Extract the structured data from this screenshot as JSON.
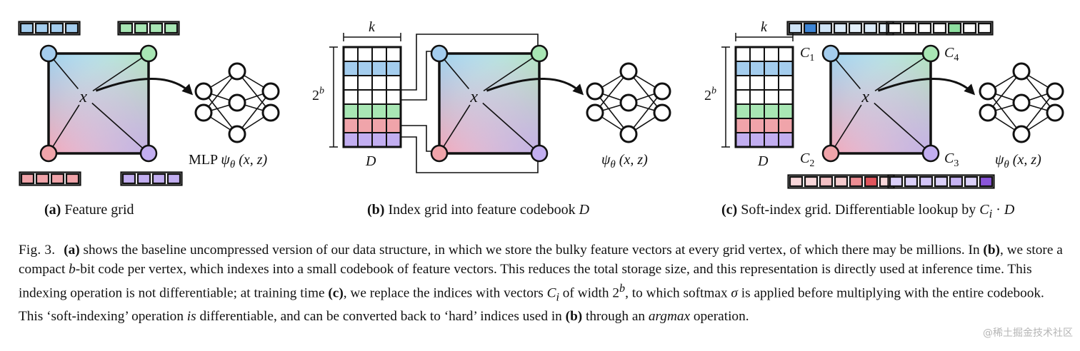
{
  "panels": {
    "a": {
      "tag": "(a)",
      "caption": "Feature grid",
      "center_label": "x",
      "mlp_prefix": "MLP",
      "mlp_symbol": "ψ",
      "mlp_sub": "θ",
      "mlp_args": "(x, z)"
    },
    "b": {
      "tag": "(b)",
      "caption": "Index grid into feature codebook",
      "caption_var": "D",
      "center_label": "x",
      "codebook_width_label": "k",
      "codebook_height_base": "2",
      "codebook_height_exp": "b",
      "codebook_label": "D",
      "mlp_symbol": "ψ",
      "mlp_sub": "θ",
      "mlp_args": "(x, z)"
    },
    "c": {
      "tag": "(c)",
      "caption": "Soft-index grid. Differentiable lookup by",
      "caption_var": "C",
      "caption_sub": "i",
      "caption_op": "·",
      "caption_var2": "D",
      "center_label": "x",
      "codebook_width_label": "k",
      "codebook_height_base": "2",
      "codebook_height_exp": "b",
      "codebook_label": "D",
      "corners": [
        {
          "name": "C",
          "sub": "1"
        },
        {
          "name": "C",
          "sub": "4"
        },
        {
          "name": "C",
          "sub": "2"
        },
        {
          "name": "C",
          "sub": "3"
        }
      ],
      "mlp_symbol": "ψ",
      "mlp_sub": "θ",
      "mlp_args": "(x, z)"
    }
  },
  "colors": {
    "blue": "#a4cdee",
    "green": "#a8e6b4",
    "red": "#f0a4aa",
    "purple": "#c2aef0",
    "soft_blue_strong": "#3f86d6",
    "soft_red_strong": "#e0555d",
    "soft_purple_strong": "#8a55d8"
  },
  "caption": {
    "figure_label": "Fig. 3.",
    "s1_tag": "(a)",
    "s1": " shows the baseline uncompressed version of our data structure, in which we store the bulky feature vectors at every grid vertex, of which there may be millions. In ",
    "s2_tag": "(b)",
    "s2a": ", we store a compact ",
    "s2_var": "b",
    "s2b": "-bit code per vertex, which indexes into a small codebook of feature vectors. This reduces the total storage size, and this representation is directly used at inference time. This indexing operation is not differentiable; at training time ",
    "s3_tag": "(c)",
    "s3a": ", we replace the indices with vectors ",
    "s3_var": "C",
    "s3_sub": "i",
    "s3b": " of width 2",
    "s3_exp": "b",
    "s3c": ", to which softmax ",
    "s3_sigma": "σ",
    "s3d": " is applied before multiplying with the entire codebook. This ‘soft-indexing’ operation ",
    "s3_is": "is",
    "s3e": " differentiable, and can be converted back to ‘hard’ indices used in ",
    "s4_tag": "(b)",
    "s4a": " through an ",
    "s4_argmax": "argmax",
    "s4b": " operation."
  },
  "watermark": "@稀土掘金技术社区"
}
